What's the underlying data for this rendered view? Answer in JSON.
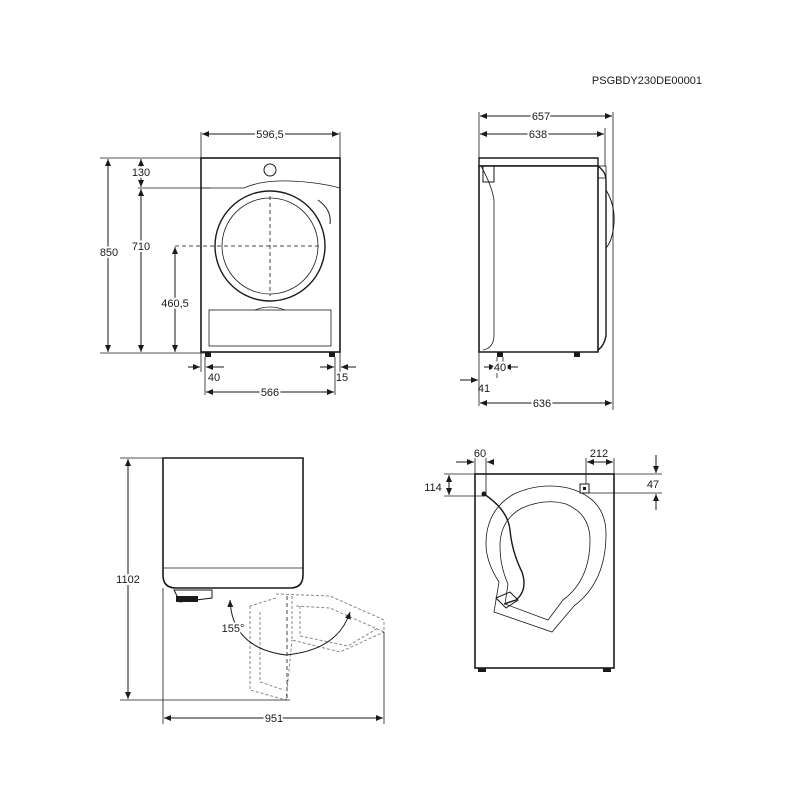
{
  "document_code": "PSGBDY230DE00001",
  "front_view": {
    "width": "596,5",
    "height_total": "850",
    "top_offset": "130",
    "door_height": "710",
    "door_center_height": "460,5",
    "left_foot": "40",
    "right_foot": "15",
    "feet_span": "566"
  },
  "side_view": {
    "depth_total": "657",
    "depth_body": "638",
    "foot_offset": "40",
    "front_offset": "41",
    "depth_base": "636"
  },
  "door_open_view": {
    "height_open": "1102",
    "angle": "155°",
    "width_open": "951"
  },
  "rear_view": {
    "left_offset": "60",
    "right_offset": "212",
    "left_height": "114",
    "right_height": "47"
  }
}
